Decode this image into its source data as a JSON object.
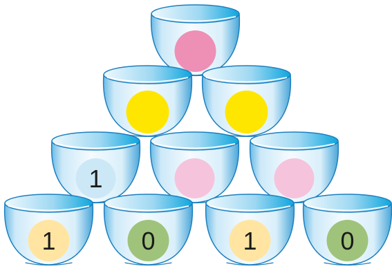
{
  "colors": {
    "cup_rim": "#1d7fbe",
    "cup_inner_light": "#eef9fe",
    "cup_inner_dark": "#0ea6de",
    "cup_body_light": "#f5fbff",
    "cup_body_mid": "#cde9f8",
    "cup_body_edge": "#1d7fbe",
    "pink": "#ee8fb6",
    "yellow": "#ffe600",
    "light_pink": "#f5c3dc",
    "light_blue": "#cce8f6",
    "light_yellow": "#ffe5a1",
    "green": "#9fc37b"
  },
  "cups": [
    {
      "id": "r0c0",
      "ball": "pink",
      "label": null
    },
    {
      "id": "r1c0",
      "ball": "yellow",
      "label": null
    },
    {
      "id": "r1c1",
      "ball": "yellow",
      "label": null
    },
    {
      "id": "r2c0",
      "ball": "light_blue",
      "label": "1"
    },
    {
      "id": "r2c1",
      "ball": "light_pink",
      "label": null
    },
    {
      "id": "r2c2",
      "ball": "light_pink",
      "label": null
    },
    {
      "id": "r3c0",
      "ball": "light_yellow",
      "label": "1"
    },
    {
      "id": "r3c1",
      "ball": "green",
      "label": "0"
    },
    {
      "id": "r3c2",
      "ball": "light_yellow",
      "label": "1"
    },
    {
      "id": "r3c3",
      "ball": "green",
      "label": "0"
    }
  ]
}
